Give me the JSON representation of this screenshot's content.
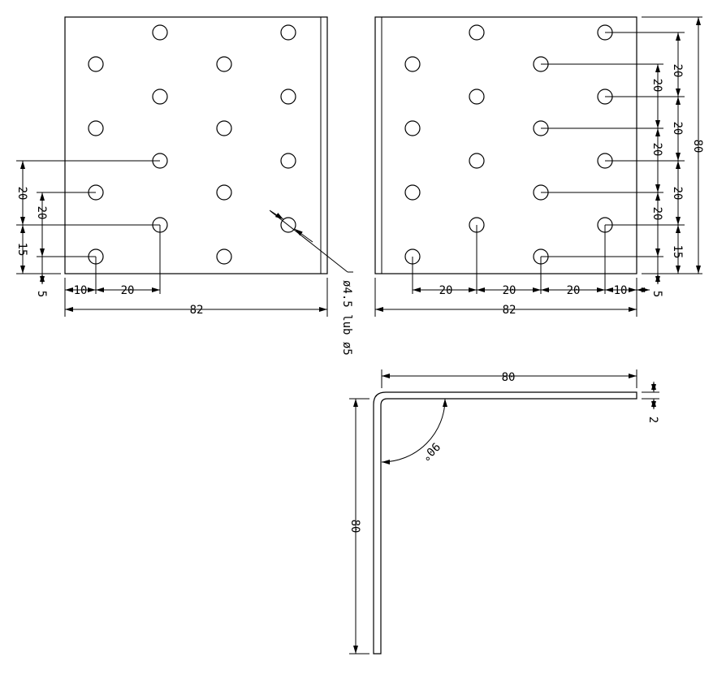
{
  "drawing": {
    "front_view": {
      "dims": {
        "v_outer_1": "20",
        "v_outer_2": "15",
        "v_inner_1": "20",
        "v_inner_2": "5",
        "h_1": "10",
        "h_2": "20",
        "width": "82"
      },
      "hole_note": "ø4.5 lub ø5"
    },
    "rear_view": {
      "dims": {
        "v_outer_1": "20",
        "v_outer_2": "20",
        "v_outer_3": "20",
        "v_outer_4": "15",
        "v_inner_1": "20",
        "v_inner_2": "20",
        "v_inner_3": "20",
        "v_inner_4": "5",
        "height": "80",
        "h_1": "20",
        "h_2": "20",
        "h_3": "20",
        "h_4": "10",
        "width": "82"
      }
    },
    "side_view": {
      "dims": {
        "leg_horizontal": "80",
        "leg_vertical": "80",
        "thickness": "2",
        "angle": "90°"
      }
    }
  }
}
